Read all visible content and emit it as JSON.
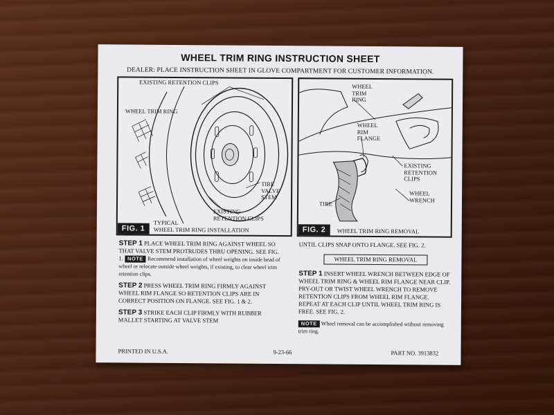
{
  "sheet": {
    "title": "WHEEL TRIM RING INSTRUCTION SHEET",
    "subtitle": "DEALER:  PLACE INSTRUCTION SHEET IN GLOVE COMPARTMENT FOR CUSTOMER INFORMATION."
  },
  "fig1": {
    "tag": "FIG. 1",
    "caption_line1": "TYPICAL",
    "caption_line2": "WHEEL TRIM RING INSTALLATION",
    "label_clips_top": "EXISTING RETENTION CLIPS",
    "label_trim_ring": "WHEEL TRIM RING",
    "label_valve": "TIRE\nVALVE\nSTEM",
    "label_clips_bottom": "EXISTING\nRETENTION CLIPS"
  },
  "fig2": {
    "tag": "FIG. 2",
    "caption": "WHEEL TRIM RING REMOVAL",
    "label_trim_ring": "WHEEL\nTRIM\nRING",
    "label_flange": "WHEEL\nRIM\nFLANGE",
    "label_clips": "EXISTING\nRETENTION\nCLIPS",
    "label_tire": "TIRE",
    "label_wrench": "WHEEL\nWRENCH"
  },
  "install": {
    "step1_label": "STEP 1",
    "step1_text": "PLACE WHEEL TRIM RING AGAINST WHEEL SO THAT VALVE STEM PROTRUDES THRU OPENING.  SEE FIG. 1.",
    "note_label": "NOTE",
    "step1_note": "Recommend installation of wheel weights on inside bead of wheel or relocate outside wheel weights, if existing, to clear wheel trim retention clips.",
    "step2_label": "STEP 2",
    "step2_text": "PRESS WHEEL TRIM RING FIRMLY AGAINST WHEEL RIM FLANGE SO RETENTION CLIPS ARE IN CORRECT POSITION ON FLANGE.  SEE FIG. 1 & 2.",
    "step3_label": "STEP 3",
    "step3_text": "STRIKE EACH CLIP FIRMLY WITH RUBBER MALLET STARTING AT VALVE STEM",
    "step3_cont": "UNTIL CLIPS SNAP ONTO FLANGE.  SEE FIG. 2."
  },
  "removal": {
    "heading": "WHEEL TRIM RING REMOVAL",
    "step1_label": "STEP 1",
    "step1_text": "INSERT WHEEL WRENCH BETWEEN EDGE OF WHEEL TRIM RING & WHEEL RIM FLANGE NEAR CLIP.  PRY-OUT OR TWIST WHEEL WRENCH TO REMOVE RETENTION CLIPS FROM WHEEL RIM FLANGE.  REPEAT AT EACH CLIP UNTIL WHEEL TRIM RING IS FREE.  SEE FIG. 2.",
    "note_label": "NOTE",
    "note_text": "Wheel removal can be accomplished without removing trim ring."
  },
  "footer": {
    "printed": "PRINTED IN U.S.A.",
    "date": "9-23-66",
    "part": "PART NO. 3913832"
  }
}
